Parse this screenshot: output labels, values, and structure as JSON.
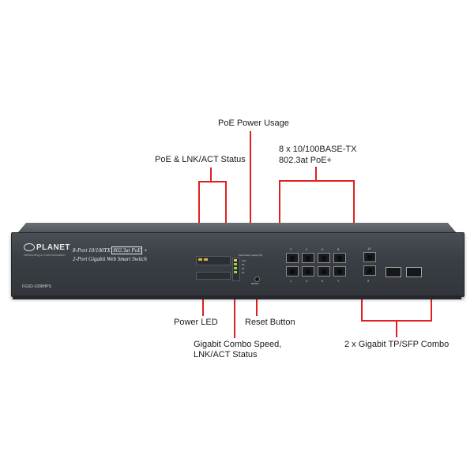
{
  "callouts": {
    "poe_power_usage": "PoE Power Usage",
    "poe_lnk_act": "PoE & LNK/ACT Status",
    "ports_line1": "8 x 10/100BASE-TX",
    "ports_line2": "802.3at PoE+",
    "power_led": "Power LED",
    "reset_button": "Reset Button",
    "gigabit_line1": "Gigabit Combo Speed,",
    "gigabit_line2": "LNK/ACT Status",
    "combo": "2 x Gigabit TP/SFP Combo"
  },
  "device": {
    "brand": "PLANET",
    "tagline": "Networking & Communication",
    "desc_line1_a": "8-Port 10/100TX",
    "desc_line1_box": "802.3at PoE",
    "desc_line1_b": "+",
    "desc_line2": "2-Port Gigabit Web Smart Switch",
    "model": "FGSD-1008HPS",
    "poe_usage_header": "PoE Power Usage (W)",
    "poe_levels": [
      "120",
      "90",
      "60",
      "30"
    ],
    "reset_label": "RESET",
    "port_top_numbers": [
      "2",
      "4",
      "6",
      "8"
    ],
    "port_bottom_numbers": [
      "1",
      "3",
      "5",
      "7"
    ],
    "gig_top_number": "10",
    "gig_bottom_number": "9"
  },
  "colors": {
    "leader": "#e02020",
    "led": "#e0b040",
    "chassis": "#3a3f45"
  }
}
